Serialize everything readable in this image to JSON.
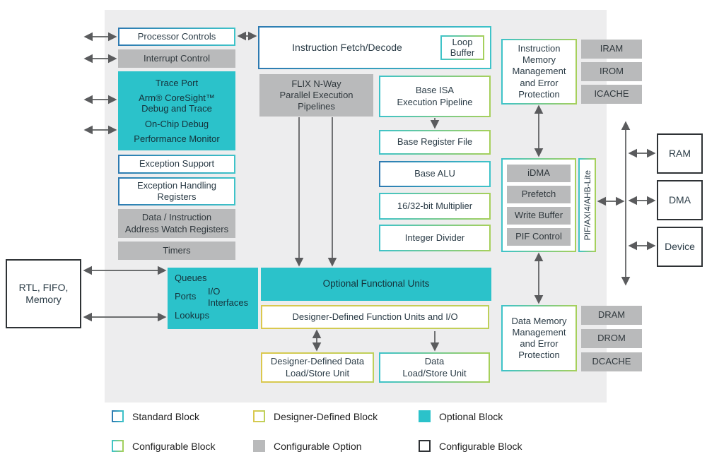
{
  "blocks": {
    "processor_controls": "Processor Controls",
    "interrupt_control": "Interrupt Control",
    "trace_port": "Trace Port",
    "coresight": "Arm® CoreSight™\nDebug and Trace",
    "onchip_debug": "On-Chip Debug",
    "performance_monitor": "Performance Monitor",
    "exception_support": "Exception Support",
    "exception_handling": "Exception Handling\nRegisters",
    "watch_registers": "Data / Instruction\nAddress Watch Registers",
    "timers": "Timers",
    "rtl_fifo_memory": "RTL, FIFO,\nMemory",
    "queues": "Queues",
    "ports": "Ports",
    "io_interfaces": "I/O\nInterfaces",
    "lookups": "Lookups",
    "instruction_fetch_decode": "Instruction Fetch/Decode",
    "loop_buffer": "Loop\nBuffer",
    "flix": "FLIX N-Way\nParallel Execution\nPipelines",
    "base_isa": "Base ISA\nExecution Pipeline",
    "base_register_file": "Base Register File",
    "base_alu": "Base ALU",
    "multiplier": "16/32-bit Multiplier",
    "integer_divider": "Integer Divider",
    "optional_functional_units": "Optional Functional Units",
    "designer_function_units": "Designer-Defined Function Units and I/O",
    "designer_lsu": "Designer-Defined Data\nLoad/Store Unit",
    "data_lsu": "Data\nLoad/Store Unit",
    "imem": "Instruction\nMemory\nManagement\nand Error\nProtection",
    "iram": "IRAM",
    "irom": "IROM",
    "icache": "ICACHE",
    "idma": "iDMA",
    "prefetch": "Prefetch",
    "write_buffer": "Write Buffer",
    "pif_control": "PIF Control",
    "pif_bus": "PIF/AXI4/AHB-Lite",
    "dmem": "Data Memory\nManagement\nand Error\nProtection",
    "dram": "DRAM",
    "drom": "DROM",
    "dcache": "DCACHE",
    "ram": "RAM",
    "dma": "DMA",
    "device": "Device"
  },
  "legend": [
    {
      "label": "Standard Block",
      "style": "standard-outline-blue-teal"
    },
    {
      "label": "Designer-Defined Block",
      "style": "outline-yellow"
    },
    {
      "label": "Optional Block",
      "style": "filled-teal"
    },
    {
      "label": "Configurable Block",
      "style": "outline-teal-green"
    },
    {
      "label": "Configurable Option",
      "style": "filled-gray"
    },
    {
      "label": "Configurable Block",
      "style": "outline-black"
    }
  ],
  "colors": {
    "optional_fill_teal": "#2bc2ca",
    "configurable_option_gray": "#b9babb",
    "standard_border_blue": "#2d7ab1",
    "standard_border_teal": "#3ec3c9",
    "configurable_border_green": "#a6d05b",
    "designer_border_yellow": "#dbc84e",
    "black_border": "#2e3235",
    "panel_background": "#ededee",
    "arrow_gray": "#5a5b5d"
  }
}
